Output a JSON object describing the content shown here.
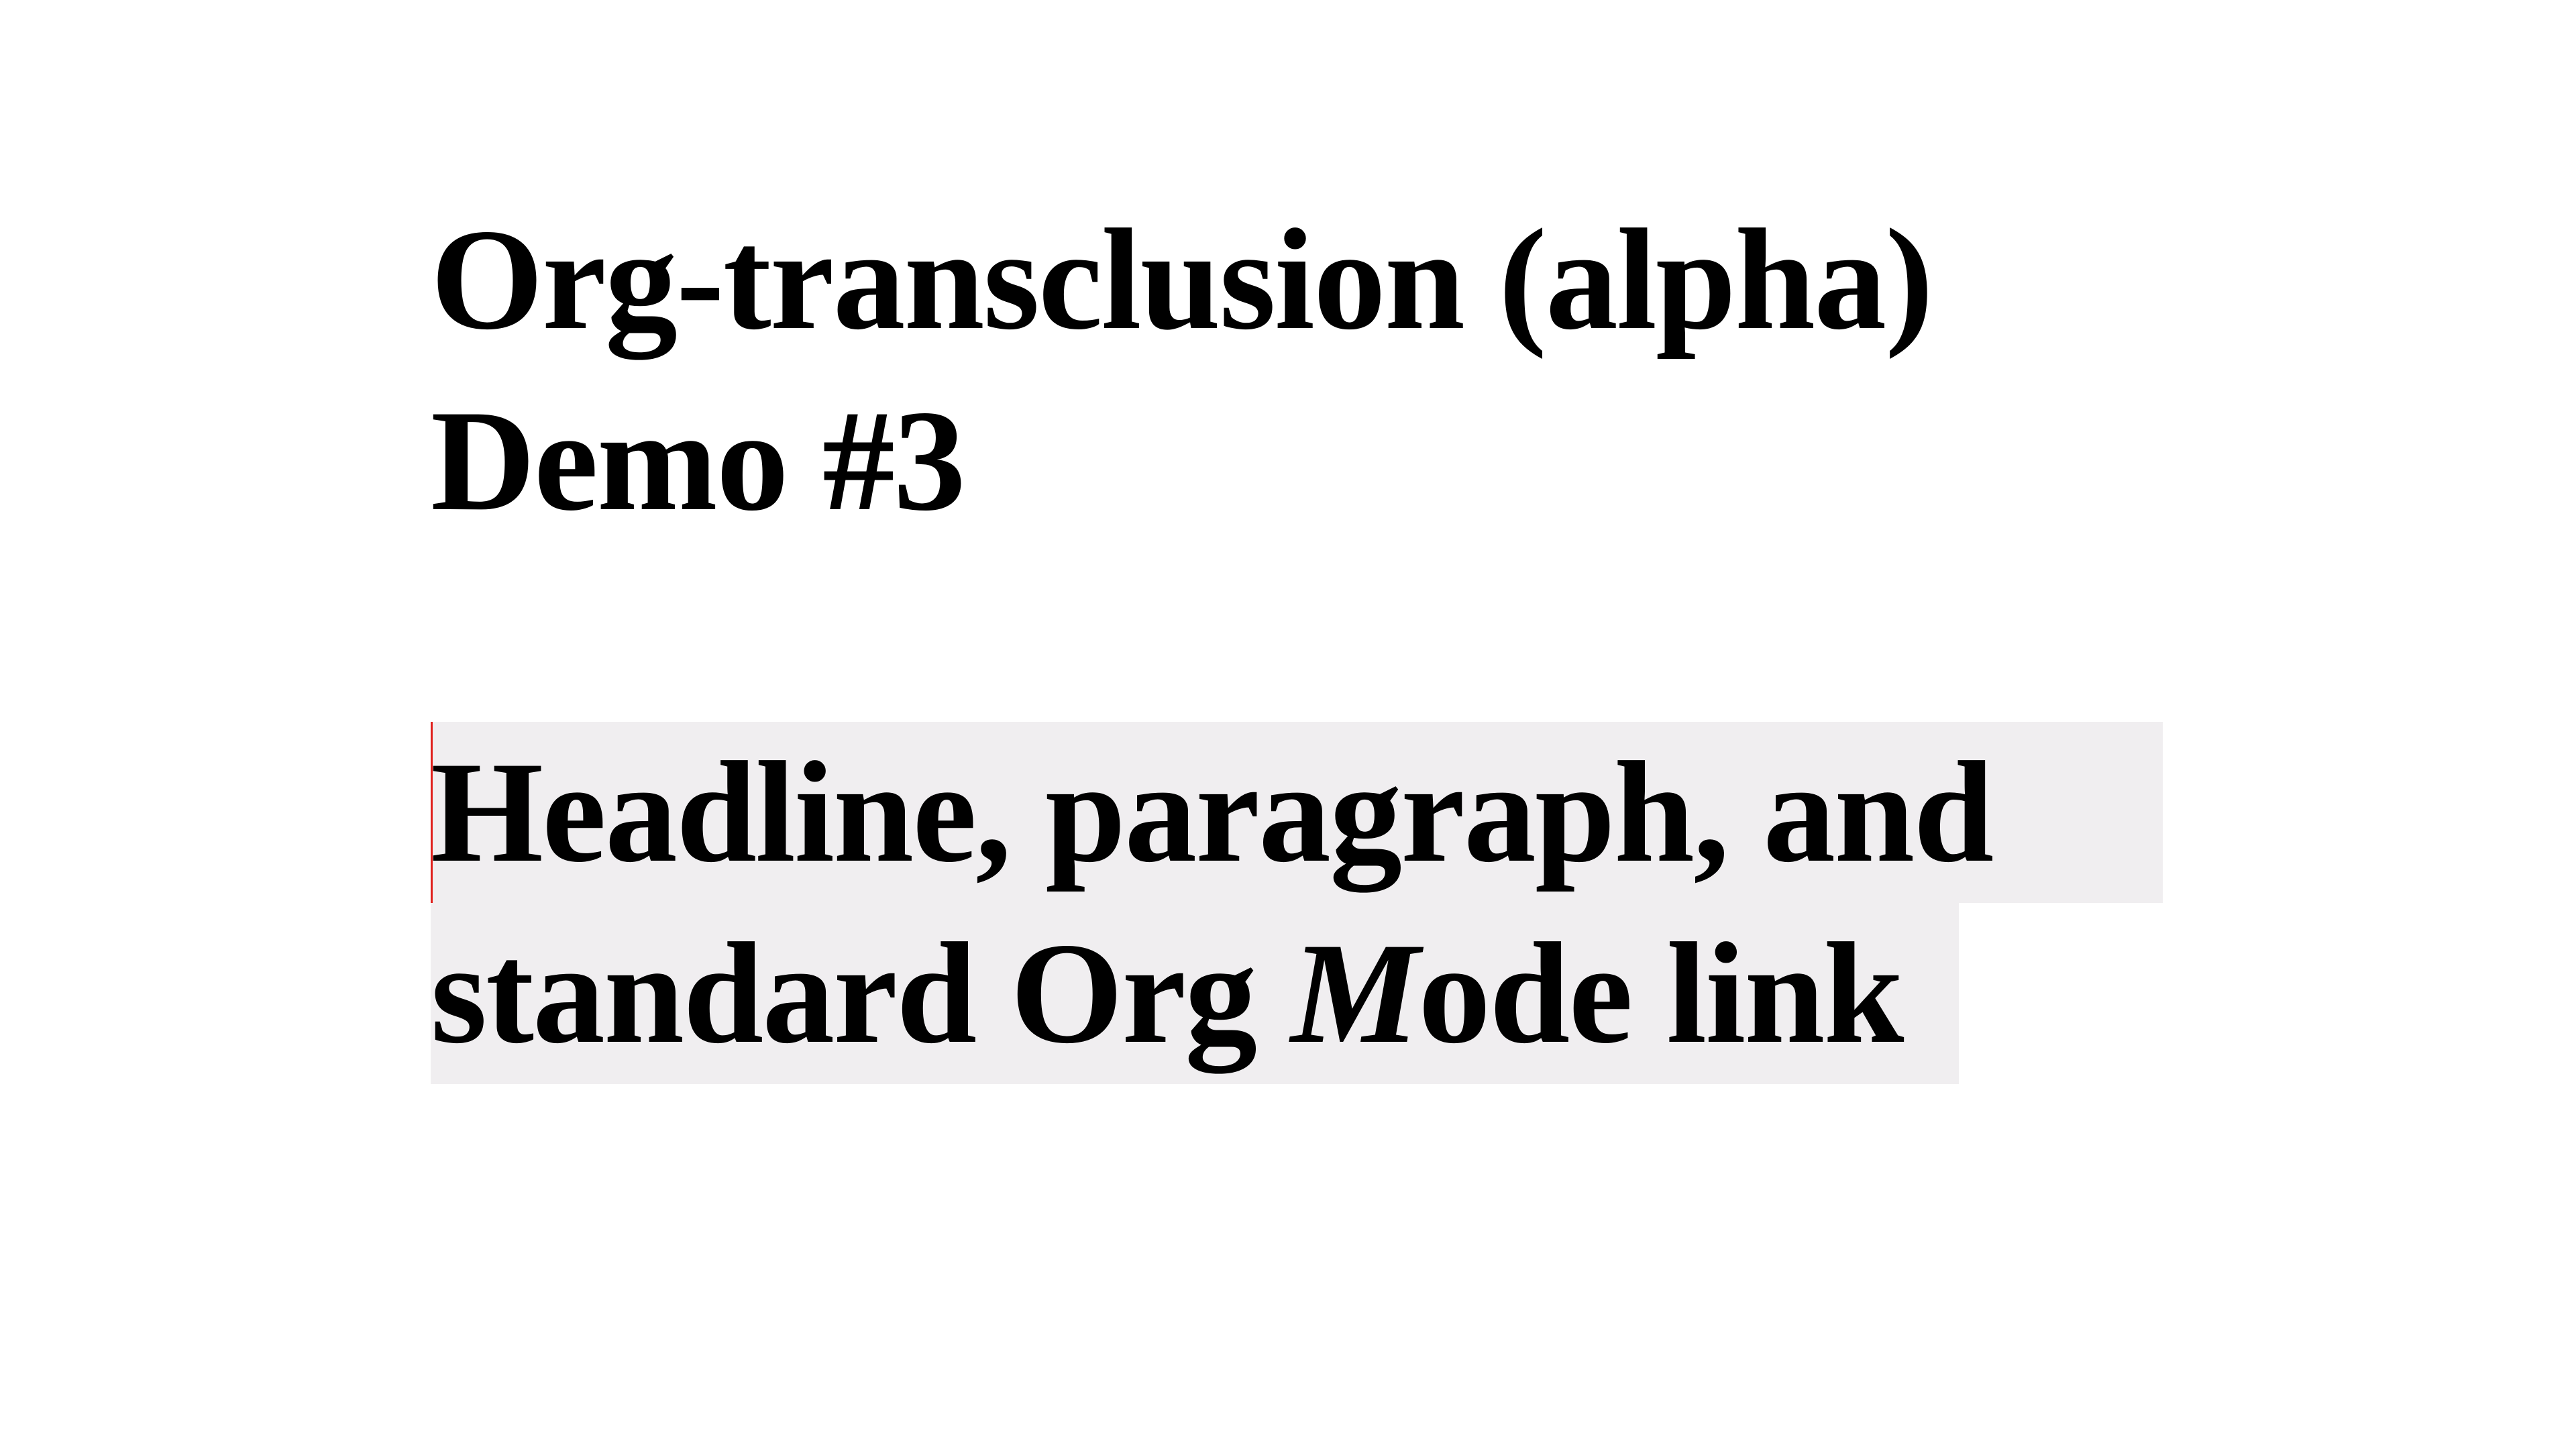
{
  "document": {
    "title_line_1": "Org-transclusion (alpha)",
    "title_line_2": "Demo #3"
  },
  "headline": {
    "line_1": "Headline, paragraph, and",
    "line_2_part_1": "standard Org ",
    "line_2_italic": "M",
    "line_2_part_2": "ode link"
  },
  "colors": {
    "background": "#ffffff",
    "text": "#000000",
    "headline_highlight": "#f0eef0",
    "cursor": "#e0201c"
  }
}
